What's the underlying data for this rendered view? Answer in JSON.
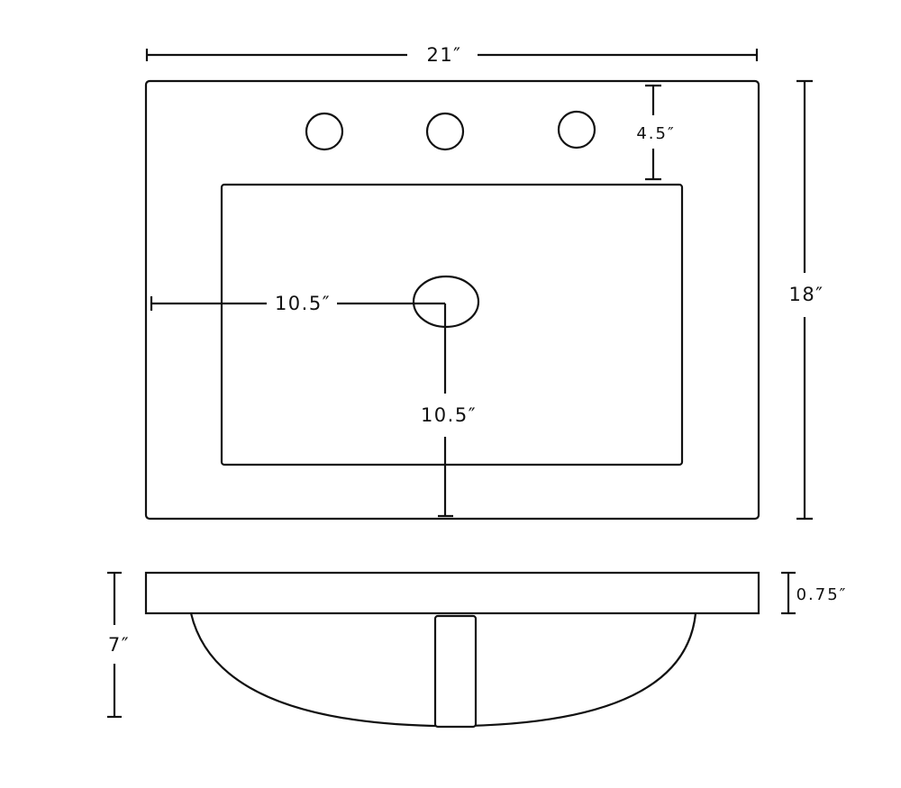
{
  "top_view": {
    "width_label": "21″",
    "depth_label": "18″",
    "faucet_offset_label": "4.5″",
    "drain_from_side_label": "10.5″",
    "drain_from_front_label": "10.5″"
  },
  "side_view": {
    "height_label": "7″",
    "deck_thickness_label": "0.75″"
  }
}
